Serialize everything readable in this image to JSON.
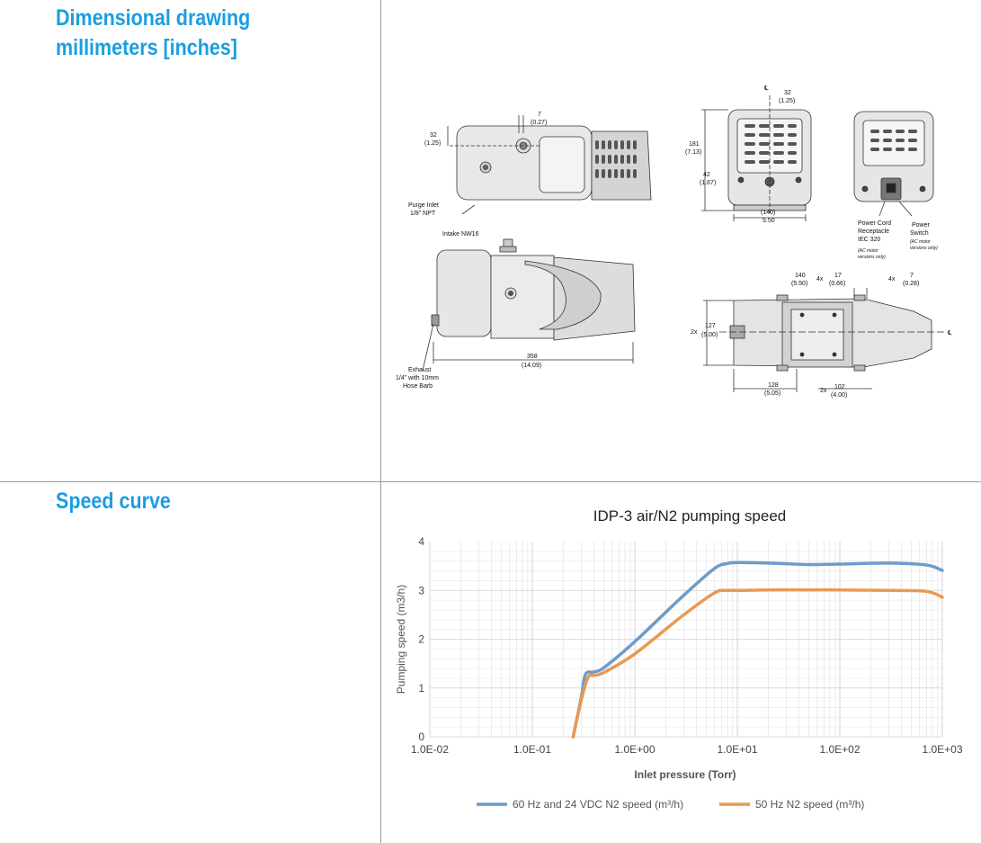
{
  "sections": {
    "drawing_title_line1": "Dimensional drawing",
    "drawing_title_line2": "millimeters [inches]",
    "speed_title": "Speed curve"
  },
  "drawing": {
    "labels": {
      "top_offset": "7",
      "top_offset_in": "(0.27)",
      "top_height": "32",
      "top_height_in": "(1.25)",
      "purge_inlet": "Purge Inlet",
      "purge_npt": "1/8\" NPT",
      "front_cl_offset": "32",
      "front_cl_offset_in": "(1.25)",
      "front_height": "181",
      "front_height_in": "(7.13)",
      "front_low": "42",
      "front_low_in": "(1.67)",
      "front_width": "(140)",
      "front_width_in": "5.50",
      "power_cord_1": "Power Cord",
      "power_cord_2": "Receptacle",
      "power_cord_3": "IEC 320",
      "power_cord_note_1": "(AC motor",
      "power_cord_note_2": "versions only)",
      "power_switch_1": "Power",
      "power_switch_2": "Switch",
      "power_switch_note_1": "(AC motor",
      "power_switch_note_2": "versions only)",
      "intake": "Intake NW16",
      "exhaust_1": "Exhaust",
      "exhaust_2": "1/4\" with 10mm",
      "exhaust_3": "Hose Barb",
      "length": "358",
      "length_in": "(14.09)",
      "base_140": "140",
      "base_140_in": "(5.50)",
      "base_17_prefix": "4x",
      "base_17": "17",
      "base_17_in": "(0.66)",
      "base_7_prefix": "4x",
      "base_7": "7",
      "base_7_in": "(0.28)",
      "base_127_prefix": "2x",
      "base_127": "127",
      "base_127_in": "(5.00)",
      "base_128": "128",
      "base_128_in": "(5.05)",
      "base_102_prefix": "2x",
      "base_102": "102",
      "base_102_in": "(4.00)",
      "centerline_a": "℄",
      "centerline_b": "℄"
    }
  },
  "chart_data": {
    "type": "line",
    "title": "IDP-3 air/N2 pumping speed",
    "xlabel": "Inlet pressure (Torr)",
    "ylabel": "Pumping speed (m3/h)",
    "x_scale": "log",
    "xlim": [
      0.01,
      1000
    ],
    "ylim": [
      0,
      4
    ],
    "x_ticks": [
      "1.0E-02",
      "1.0E-01",
      "1.0E+00",
      "1.0E+01",
      "1.0E+02",
      "1.0E+03"
    ],
    "y_ticks": [
      "0",
      "1",
      "2",
      "3",
      "4"
    ],
    "grid": true,
    "legend_position": "bottom",
    "series": [
      {
        "name": "60 Hz and 24 VDC N2 speed (m³/h)",
        "color": "#6d9cc9",
        "x": [
          0.25,
          0.3,
          0.33,
          0.4,
          0.5,
          1.0,
          3.0,
          6.0,
          8.0,
          10,
          20,
          50,
          100,
          300,
          700,
          1000
        ],
        "y": [
          0,
          0.8,
          1.28,
          1.33,
          1.42,
          1.95,
          2.9,
          3.45,
          3.55,
          3.57,
          3.56,
          3.53,
          3.54,
          3.56,
          3.52,
          3.41
        ]
      },
      {
        "name": "50 Hz N2 speed (m³/h)",
        "color": "#e89a52",
        "x": [
          0.25,
          0.3,
          0.35,
          0.4,
          0.5,
          1.0,
          3.0,
          6.0,
          8.0,
          10,
          20,
          50,
          100,
          300,
          700,
          1000
        ],
        "y": [
          0,
          0.75,
          1.22,
          1.26,
          1.32,
          1.7,
          2.5,
          2.95,
          3.0,
          3.0,
          3.01,
          3.01,
          3.01,
          3.0,
          2.98,
          2.86
        ]
      }
    ]
  }
}
